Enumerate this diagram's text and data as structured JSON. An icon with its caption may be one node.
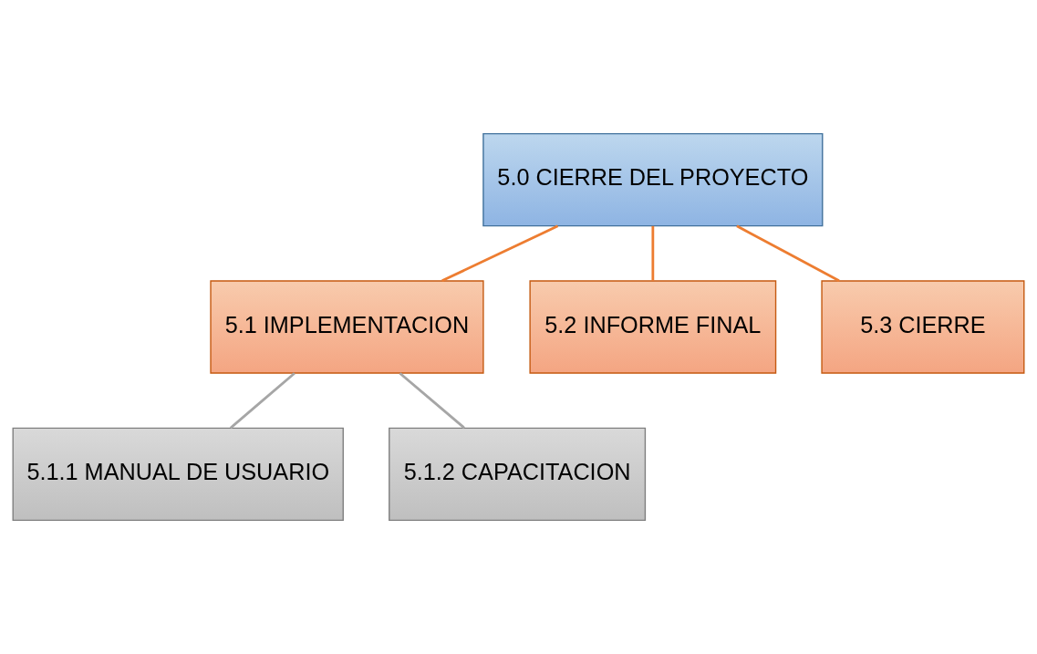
{
  "diagram": {
    "nodes": [
      {
        "text": [
          "5.0 CIERRE DEL PROYECTO"
        ]
      },
      {
        "text": [
          "5.1 IMPLEMENTACION"
        ]
      },
      {
        "text": [
          "5.2 INFORME FINAL"
        ]
      },
      {
        "text": [
          "5.3 CIERRE"
        ]
      },
      {
        "text": [
          "5.1.1 MANUAL DE USUARIO"
        ]
      },
      {
        "text": [
          "5.1.2 CAPACITACION"
        ]
      }
    ],
    "edges": [
      {
        "from": 0,
        "to": 1,
        "arrow": "none"
      },
      {
        "from": 0,
        "to": 2,
        "arrow": "none"
      },
      {
        "from": 0,
        "to": 3,
        "arrow": "none"
      },
      {
        "from": 1,
        "to": 4,
        "arrow": "none",
        "color": "#a6a6a6"
      },
      {
        "from": 1,
        "to": 5,
        "arrow": "none",
        "color": "#a6a6a6"
      }
    ]
  }
}
